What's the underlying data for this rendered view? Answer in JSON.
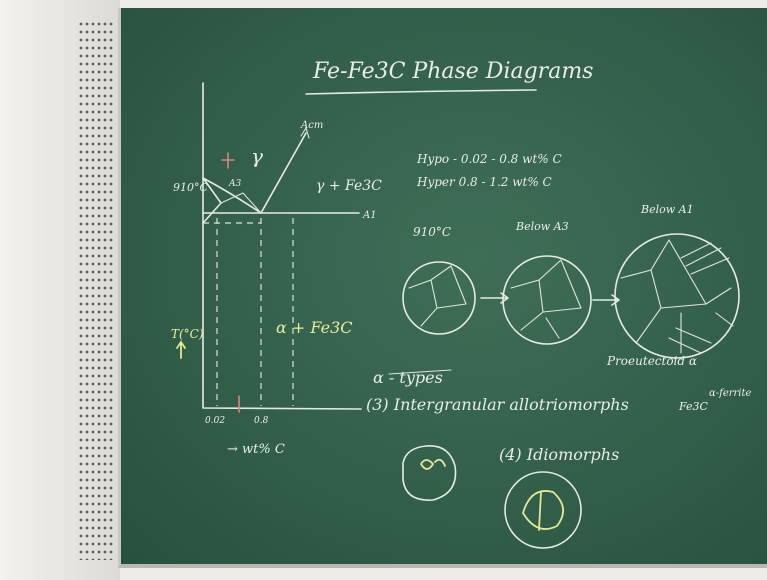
{
  "title": "Fe-Fe3C Phase Diagrams",
  "diagram": {
    "temp_910": "910°C",
    "gamma_label": "γ",
    "gamma_fe3c": "γ + Fe3C",
    "alpha_fe3c": "α + Fe3C",
    "acm_label": "Acm",
    "a3_label": "A3",
    "a1_label": "A1",
    "y_axis": "T(°C)",
    "x_axis": "→ wt% C",
    "x_tick_1": "0.02",
    "x_tick_2": "0.8"
  },
  "notes": {
    "line1": "Hypo - 0.02 - 0.8 wt% C",
    "line2": "Hyper 0.8 - 1.2 wt% C"
  },
  "microstructures": {
    "c1_label": "910°C",
    "c2_label": "Below A3",
    "c3_label": "Below A1",
    "alpha_types": "α - types",
    "item3": "(3) Intergranular allotriomorphs",
    "proeutectoid": "Proeutectoid α",
    "fe3c": "Fe3C",
    "alpha_ferrite": "α-ferrite",
    "item4": "(4) Idiomorphs"
  },
  "colors": {
    "board": "#335f4a",
    "chalk": "#e6ebe1",
    "yellow_chalk": "#e2e79a",
    "red_chalk": "#d9857a"
  }
}
